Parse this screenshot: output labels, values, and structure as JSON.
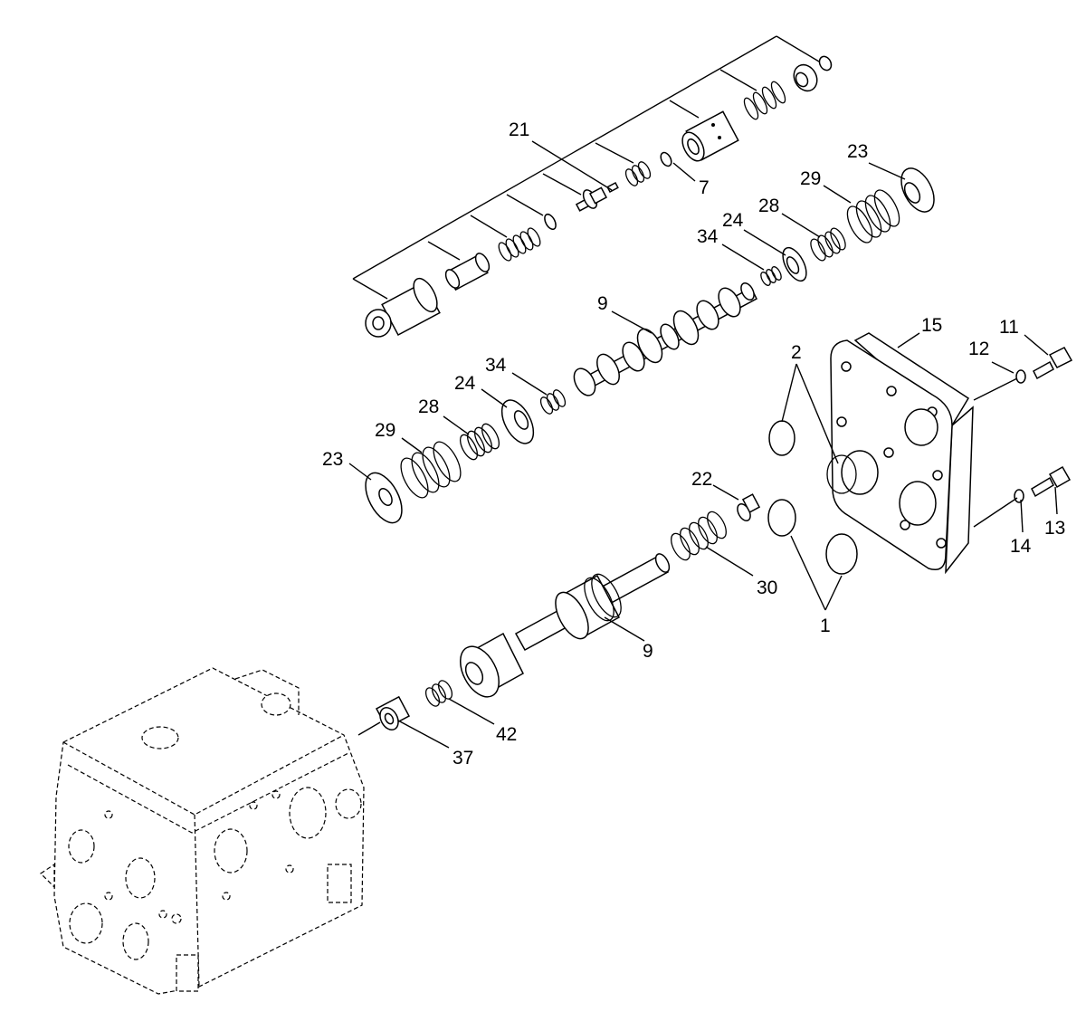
{
  "callouts": {
    "c1": "1",
    "c2": "2",
    "c7": "7",
    "c9a": "9",
    "c9b": "9",
    "c11": "11",
    "c12": "12",
    "c13": "13",
    "c14": "14",
    "c15": "15",
    "c21": "21",
    "c22": "22",
    "c23a": "23",
    "c23b": "23",
    "c24a": "24",
    "c24b": "24",
    "c28a": "28",
    "c28b": "28",
    "c29a": "29",
    "c29b": "29",
    "c30": "30",
    "c34a": "34",
    "c34b": "34",
    "c37": "37",
    "c42": "42"
  }
}
